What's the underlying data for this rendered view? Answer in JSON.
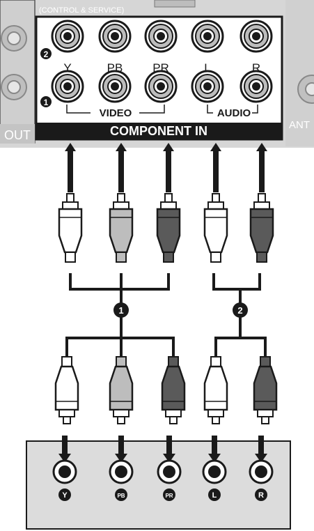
{
  "tv_panel": {
    "header_text": "(CONTROL & SERVICE)",
    "row2_marker": "2",
    "row1_marker": "1",
    "jack_labels": [
      "Y",
      "PB",
      "PR",
      "L",
      "R"
    ],
    "video_group_label": "VIDEO",
    "audio_group_label": "AUDIO",
    "panel_title": "COMPONENT IN",
    "left_edge_text": "OUT",
    "right_edge_text": "ANT"
  },
  "cable": {
    "video_group_marker": "1",
    "audio_group_marker": "2",
    "plug_colors": [
      "white",
      "gray",
      "dark",
      "white",
      "dark"
    ]
  },
  "device": {
    "jack_labels": [
      "Y",
      "PB",
      "PR",
      "L",
      "R"
    ]
  },
  "colors": {
    "black": "#1a1a1a",
    "panel_gray": "#c8c8c8",
    "bg_gray": "#d9d9d9",
    "plug_white": "#ffffff",
    "plug_gray": "#bdbdbd",
    "plug_dark": "#5a5a5a"
  }
}
